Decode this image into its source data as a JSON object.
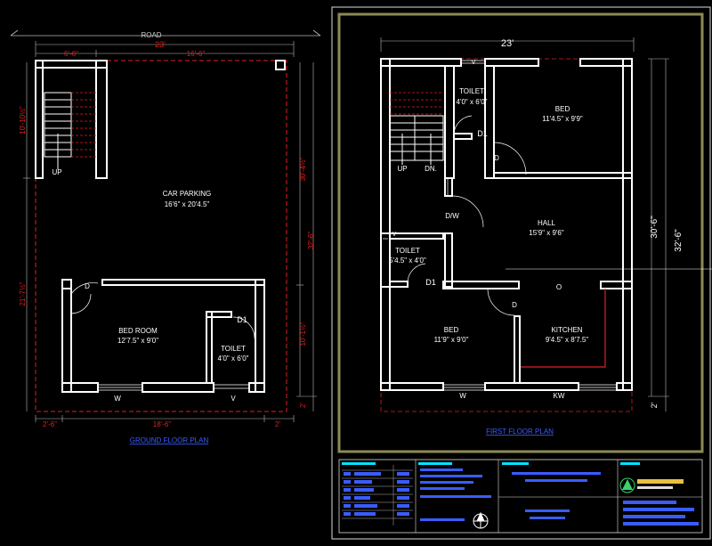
{
  "road_label": "ROAD",
  "ground": {
    "title": "GROUND FLOOR PLAN",
    "dim_top_total": "23'",
    "dim_top_left": "6'-6\"",
    "dim_top_right": "16'-6\"",
    "dim_bottom_left": "2'-6\"",
    "dim_bottom_mid": "18'-6\"",
    "dim_bottom_right": "2'",
    "dim_left_top": "10'-10½\"",
    "dim_left_bottom": "21'-7½\"",
    "dim_right_a": "30'-4½\"",
    "dim_right_b": "32'-6\"",
    "dim_right_c": "10'-1½\"",
    "dim_right_d": "2'",
    "car_parking": "CAR PARKING",
    "car_parking_size": "16'6\" x 20'4.5\"",
    "bed_room": "BED ROOM",
    "bed_room_size": "12'7.5\" x 9'0\"",
    "toilet": "TOILET",
    "toilet_size": "4'0\" x 6'0\"",
    "up": "UP",
    "door_d": "D",
    "door_d1": "D1",
    "window_w": "W",
    "vent_v": "V"
  },
  "first": {
    "title": "FIRST FLOOR PLAN",
    "dim_top": "23'",
    "dim_right_a": "30'-6\"",
    "dim_right_b": "32'-6\"",
    "dim_right_c": "2'",
    "toilet1": "TOILET",
    "toilet1_size": "4'0\" x 6'0\"",
    "bed1": "BED",
    "bed1_size": "11'4.5\" x 9'9\"",
    "hall": "HALL",
    "hall_size": "15'9\" x 9'6\"",
    "toilet2": "TOILET",
    "toilet2_size": "5'4.5\" x 4'0\"",
    "bed2": "BED",
    "bed2_size": "11'9\" x 9'0\"",
    "kitchen": "KITCHEN",
    "kitchen_size": "9'4.5\" x 8'7.5\"",
    "up": "UP",
    "dn": "DN.",
    "dw": "D/W",
    "door_d": "D",
    "door_d1": "D1",
    "window_w": "W",
    "window_kw": "KW",
    "vent_v": "V",
    "opening_o": "O"
  },
  "colors": {
    "wall": "#ffffff",
    "red": "#e02020",
    "dim": "#bbbbbb",
    "frame": "#8c8a55",
    "title_blue": "#3a5cff",
    "cyan": "#00e5ff"
  }
}
